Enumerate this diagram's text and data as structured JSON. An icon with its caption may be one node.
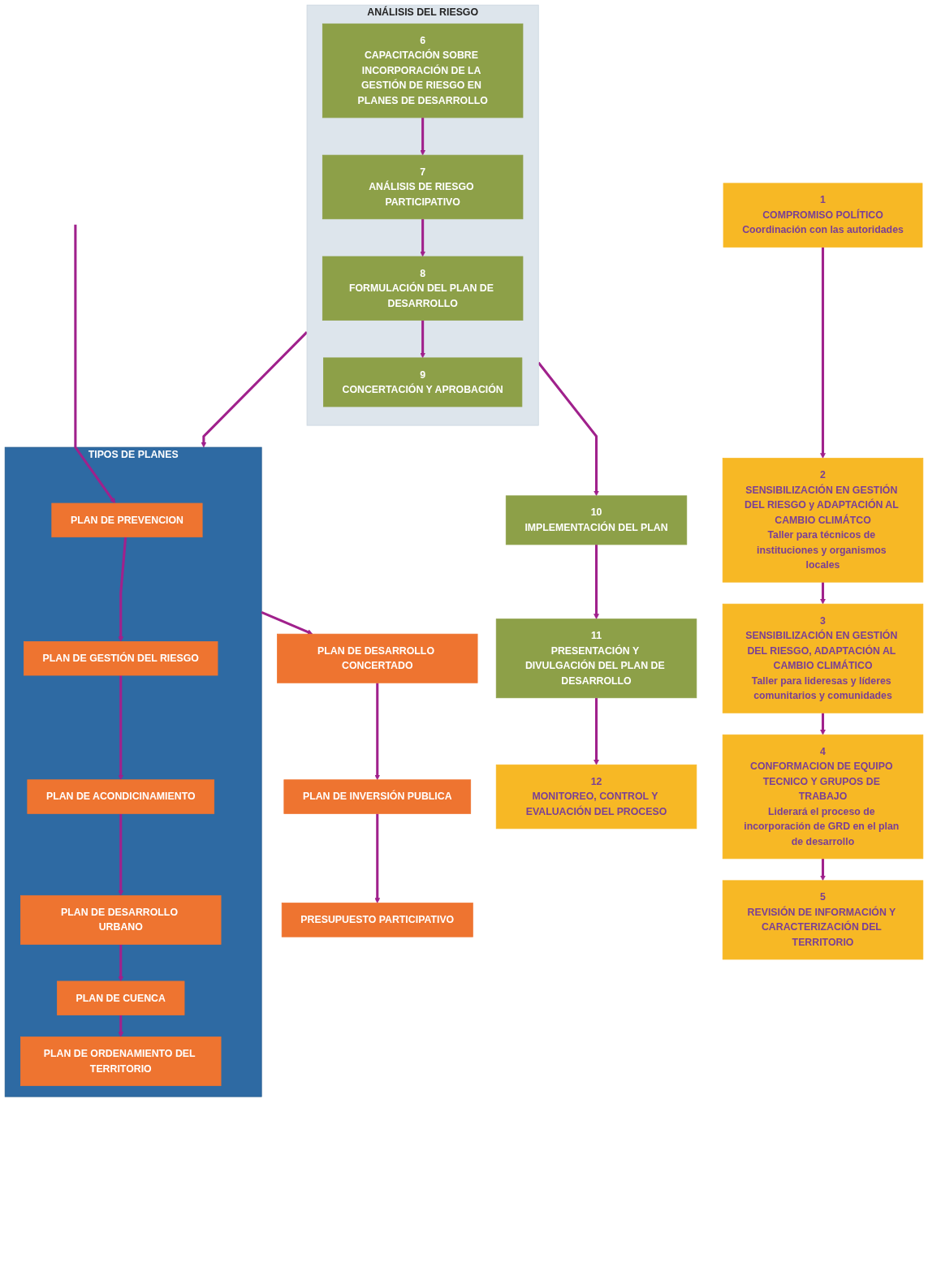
{
  "diagram": {
    "nodes": [
      {
        "text": [
          "1",
          "COMPROMISO POLÍTICO",
          "Coordinación con las autoridades"
        ]
      },
      {
        "text": [
          "2",
          "SENSIBILIZACIÓN EN GESTIÓN DEL RIESGO y ADAPTACIÓN AL CAMBIO CLIMÁTCO",
          "Taller para técnicos de instituciones y organismos locales"
        ]
      },
      {
        "text": [
          "3",
          "SENSIBILIZACIÓN EN GESTIÓN DEL RIESGO, ADAPTACIÓN AL CAMBIO CLIMÁTICO",
          "Taller para lideresas y líderes comunitarios y comunidades"
        ]
      },
      {
        "text": [
          "4",
          "CONFORMACION DE EQUIPO TECNICO Y GRUPOS DE TRABAJO",
          "Liderará el proceso de incorporación de GRD en el plan de desarrollo"
        ]
      },
      {
        "text": [
          "5",
          "REVISIÓN DE INFORMACIÓN Y CARACTERIZACIÓN DEL TERRITORIO"
        ]
      },
      {
        "text": [
          "ANÁLISIS DEL RIESGO"
        ]
      },
      {
        "text": [
          "6",
          "CAPACITACIÓN SOBRE INCORPORACIÓN DE LA GESTIÓN DE RIESGO EN PLANES DE DESARROLLO"
        ],
        "in": 5
      },
      {
        "text": [
          "7",
          "ANÁLISIS DE RIESGO PARTICIPATIVO"
        ],
        "in": 5
      },
      {
        "text": [
          "8",
          "FORMULACIÓN DEL PLAN DE DESARROLLO"
        ],
        "in": 5
      },
      {
        "text": [
          "9",
          "CONCERTACIÓN Y APROBACIÓN"
        ],
        "in": 5
      },
      {
        "text": [
          "TIPOS DE PLANES"
        ]
      },
      {
        "text": [
          "PLAN DE PREVENCION"
        ],
        "in": 10
      },
      {
        "text": [
          "PLAN DE GESTIÓN DEL RIESGO"
        ],
        "in": 10
      },
      {
        "text": [
          "PLAN DE ACONDICINAMIENTO"
        ],
        "in": 10
      },
      {
        "text": [
          "PLAN DE DESARROLLO URBANO"
        ],
        "in": 10
      },
      {
        "text": [
          "PLAN DE CUENCA"
        ],
        "in": 10
      },
      {
        "text": [
          "PLAN DE ORDENAMIENTO DEL TERRITORIO"
        ],
        "in": 10
      },
      {
        "text": [
          "10",
          "IMPLEMENTACIÓN DEL PLAN"
        ]
      },
      {
        "text": [
          "11",
          "PRESENTACIÓN Y DIVULGACIÓN DEL PLAN DE DESARROLLO"
        ]
      },
      {
        "text": [
          "12",
          "MONITOREO, CONTROL Y EVALUACIÓN DEL PROCESO"
        ]
      },
      {
        "text": [
          "PLAN DE DESARROLLO CONCERTADO"
        ]
      },
      {
        "text": [
          "PLAN DE INVERSIÓN PUBLICA"
        ]
      },
      {
        "text": [
          "PRESUPUESTO PARTICIPATIVO"
        ]
      }
    ],
    "edges": [
      {
        "from": 0,
        "to": 1,
        "arrow": "to"
      },
      {
        "from": 1,
        "to": 2,
        "arrow": "to"
      },
      {
        "from": 2,
        "to": 3,
        "arrow": "to"
      },
      {
        "from": 3,
        "to": 4,
        "arrow": "to"
      },
      {
        "from": 6,
        "to": 7,
        "arrow": "to"
      },
      {
        "from": 7,
        "to": 8,
        "arrow": "to"
      },
      {
        "from": 8,
        "to": 9,
        "arrow": "to"
      },
      {
        "from": 5,
        "to": 10,
        "arrow": "to"
      },
      {
        "from": null,
        "to": 11,
        "arrow": "to"
      },
      {
        "from": 11,
        "to": 12,
        "arrow": "to"
      },
      {
        "from": 12,
        "to": 13,
        "arrow": "to"
      },
      {
        "from": 13,
        "to": 14,
        "arrow": "to"
      },
      {
        "from": 14,
        "to": 15,
        "arrow": "to"
      },
      {
        "from": 15,
        "to": 16,
        "arrow": "to"
      },
      {
        "from": 5,
        "to": 17,
        "arrow": "to"
      },
      {
        "from": 17,
        "to": 18,
        "arrow": "to"
      },
      {
        "from": 18,
        "to": 19,
        "arrow": "to"
      },
      {
        "from": 10,
        "to": 20,
        "arrow": "to"
      },
      {
        "from": 20,
        "to": 21,
        "arrow": "to"
      },
      {
        "from": 21,
        "to": 22,
        "arrow": "to"
      }
    ]
  }
}
